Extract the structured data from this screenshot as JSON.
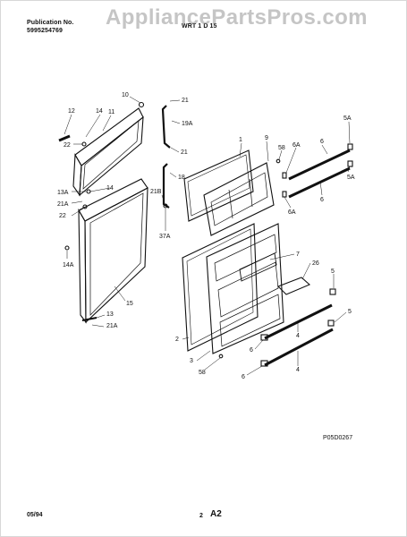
{
  "header": {
    "publication_label": "Publication No.",
    "publication_number": "5995254769",
    "model": "WRT 1 D 15"
  },
  "watermark": "AppliancePartsPros.com",
  "diagram": {
    "code": "P05D0267",
    "callouts": [
      "12",
      "14",
      "11",
      "10",
      "21",
      "19A",
      "21",
      "18",
      "1",
      "9",
      "58",
      "6A",
      "5A",
      "5A",
      "6",
      "6A",
      "6",
      "22",
      "13A",
      "21A",
      "22",
      "14",
      "21B",
      "37A",
      "14A",
      "15",
      "13",
      "21A",
      "7",
      "26",
      "5",
      "5",
      "2",
      "3",
      "4",
      "6",
      "4",
      "6",
      "58"
    ]
  },
  "footer": {
    "date": "05/94",
    "page": "2",
    "section": "A2"
  }
}
